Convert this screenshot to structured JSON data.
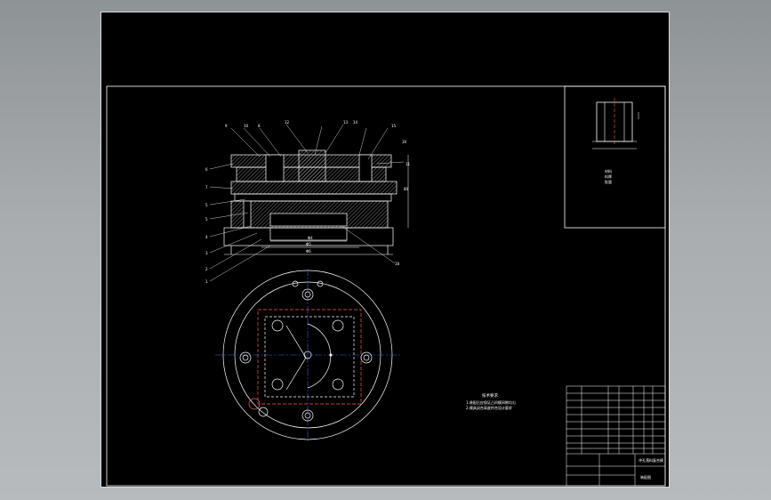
{
  "canvas": {
    "background": "#000000",
    "line_color": "#ffffff",
    "center_line_color": "#3a5bff",
    "hidden_line_color": "#ff5a5a"
  },
  "section_view": {
    "part_numbers_top": [
      "9",
      "10",
      "8",
      "12",
      "13",
      "14",
      "15",
      "16"
    ],
    "part_numbers_left": [
      "6",
      "7",
      "5",
      "5",
      "4",
      "3",
      "2",
      "1"
    ],
    "part_numbers_right": [
      "11",
      "18"
    ],
    "dimensions": [
      "Φ4",
      "Φ5",
      "Φ6",
      "80"
    ]
  },
  "workpiece_view": {
    "notes": [
      "材料",
      "料厚",
      "批量"
    ]
  },
  "technical_requirements": {
    "title": "技术要求",
    "lines": [
      "1.装配后应保证凸凹模间隙均匀",
      "2.模具闭合高度符合设计要求"
    ]
  },
  "title_block": {
    "drawing_title": "冲孔落料复合模",
    "drawing_no": "装配图"
  }
}
